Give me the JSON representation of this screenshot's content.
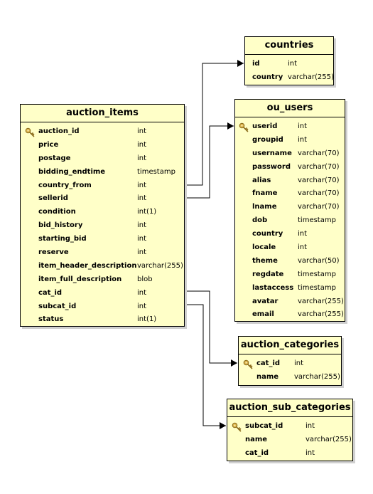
{
  "tables": [
    {
      "id": "auction_items",
      "title": "auction_items",
      "columns": [
        {
          "name": "auction_id",
          "type": "int",
          "pk": true
        },
        {
          "name": "price",
          "type": "int"
        },
        {
          "name": "postage",
          "type": "int"
        },
        {
          "name": "bidding_endtime",
          "type": "timestamp"
        },
        {
          "name": "country_from",
          "type": "int"
        },
        {
          "name": "sellerid",
          "type": "int"
        },
        {
          "name": "condition",
          "type": "int(1)"
        },
        {
          "name": "bid_history",
          "type": "int"
        },
        {
          "name": "starting_bid",
          "type": "int"
        },
        {
          "name": "reserve",
          "type": "int"
        },
        {
          "name": "item_header_description",
          "type": "varchar(255)"
        },
        {
          "name": "item_full_description",
          "type": "blob"
        },
        {
          "name": "cat_id",
          "type": "int"
        },
        {
          "name": "subcat_id",
          "type": "int"
        },
        {
          "name": "status",
          "type": "int(1)"
        }
      ]
    },
    {
      "id": "countries",
      "title": "countries",
      "columns": [
        {
          "name": "id",
          "type": "int"
        },
        {
          "name": "country",
          "type": "varchar(255)"
        }
      ]
    },
    {
      "id": "ou_users",
      "title": "ou_users",
      "columns": [
        {
          "name": "userid",
          "type": "int",
          "pk": true
        },
        {
          "name": "groupid",
          "type": "int"
        },
        {
          "name": "username",
          "type": "varchar(70)"
        },
        {
          "name": "password",
          "type": "varchar(70)"
        },
        {
          "name": "alias",
          "type": "varchar(70)"
        },
        {
          "name": "fname",
          "type": "varchar(70)"
        },
        {
          "name": "lname",
          "type": "varchar(70)"
        },
        {
          "name": "dob",
          "type": "timestamp"
        },
        {
          "name": "country",
          "type": "int"
        },
        {
          "name": "locale",
          "type": "int"
        },
        {
          "name": "theme",
          "type": "varchar(50)"
        },
        {
          "name": "regdate",
          "type": "timestamp"
        },
        {
          "name": "lastaccess",
          "type": "timestamp"
        },
        {
          "name": "avatar",
          "type": "varchar(255)"
        },
        {
          "name": "email",
          "type": "varchar(255)"
        }
      ]
    },
    {
      "id": "auction_categories",
      "title": "auction_categories",
      "columns": [
        {
          "name": "cat_id",
          "type": "int",
          "pk": true
        },
        {
          "name": "name",
          "type": "varchar(255)"
        }
      ]
    },
    {
      "id": "auction_sub_categories",
      "title": "auction_sub_categories",
      "columns": [
        {
          "name": "subcat_id",
          "type": "int",
          "pk": true
        },
        {
          "name": "name",
          "type": "varchar(255)"
        },
        {
          "name": "cat_id",
          "type": "int"
        }
      ]
    }
  ],
  "relations": [
    {
      "from_table": "auction_items",
      "from_column": "country_from",
      "to_table": "countries",
      "to_column": "id"
    },
    {
      "from_table": "auction_items",
      "from_column": "sellerid",
      "to_table": "ou_users",
      "to_column": "userid"
    },
    {
      "from_table": "auction_items",
      "from_column": "cat_id",
      "to_table": "auction_categories",
      "to_column": "cat_id"
    },
    {
      "from_table": "auction_items",
      "from_column": "subcat_id",
      "to_table": "auction_sub_categories",
      "to_column": "subcat_id"
    }
  ],
  "icons": {
    "primary_key": "key-icon"
  }
}
